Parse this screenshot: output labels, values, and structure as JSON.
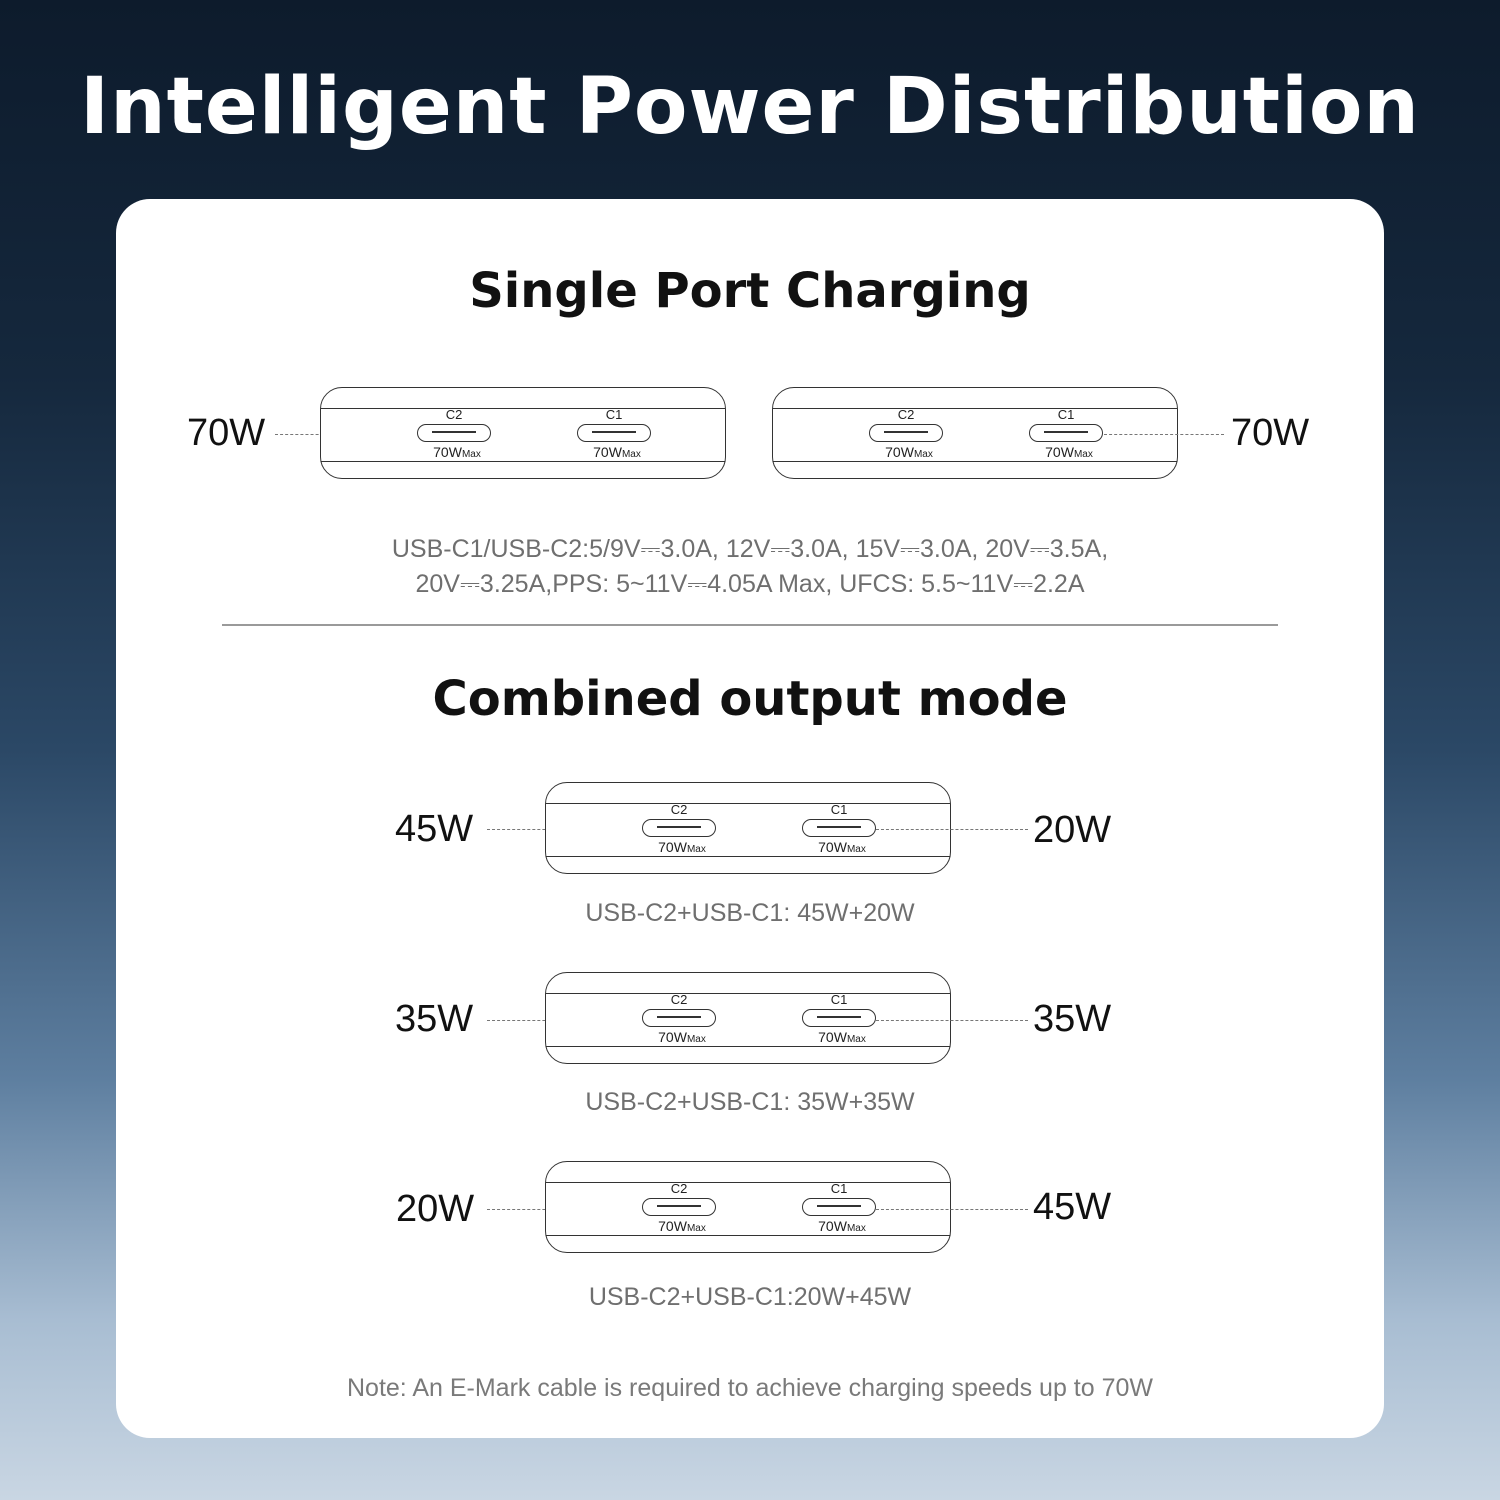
{
  "title": "Intelligent Power Distribution",
  "single": {
    "heading": "Single Port Charging",
    "left_watt": "70W",
    "right_watt": "70W",
    "spec_line1": "USB-C1/USB-C2:5/9V⎓3.0A, 12V⎓3.0A, 15V⎓3.0A, 20V⎓3.5A,",
    "spec_line2": "20V⎓3.25A,PPS: 5~11V⎓4.05A Max, UFCS: 5.5~11V⎓2.2A"
  },
  "ports": {
    "c2": "C2",
    "c1": "C1",
    "max_value": "70W",
    "max_suffix": "Max"
  },
  "combined": {
    "heading": "Combined output mode",
    "rows": [
      {
        "left": "45W",
        "right": "20W",
        "caption": "USB-C2+USB-C1: 45W+20W"
      },
      {
        "left": "35W",
        "right": "35W",
        "caption": "USB-C2+USB-C1: 35W+35W"
      },
      {
        "left": "20W",
        "right": "45W",
        "caption": "USB-C2+USB-C1:20W+45W"
      }
    ]
  },
  "note": "Note: An E-Mark cable is required to achieve charging speeds up to 70W"
}
